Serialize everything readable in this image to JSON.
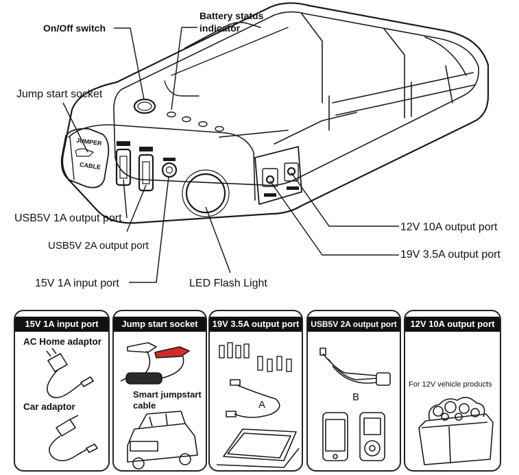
{
  "callouts": {
    "on_off": "On/Off switch",
    "battery_line1": "Battery status",
    "battery_line2": "indicator",
    "jump_socket": "Jump start socket",
    "usb_1a": "USB5V 1A output port",
    "usb_2a": "USB5V 2A output port",
    "input_15v": "15V 1A input port",
    "led": "LED Flash Light",
    "out_12v": "12V 10A output port",
    "out_19v": "19V 3.5A output port"
  },
  "device_marks": {
    "socket_line1": "JUMPER",
    "socket_line2": "CABLE"
  },
  "panels": [
    {
      "title": "15V 1A input port",
      "items": [
        "AC Home adaptor",
        "Car adaptor"
      ]
    },
    {
      "title": "Jump start socket",
      "items": [
        "Smart jumpstart",
        "cable"
      ]
    },
    {
      "title": "19V 3.5A output port",
      "items": [
        "A"
      ]
    },
    {
      "title": "USB5V 2A output port",
      "items": [
        "B"
      ]
    },
    {
      "title": "12V 10A output port",
      "items": [
        "For 12V vehicle products"
      ]
    }
  ]
}
